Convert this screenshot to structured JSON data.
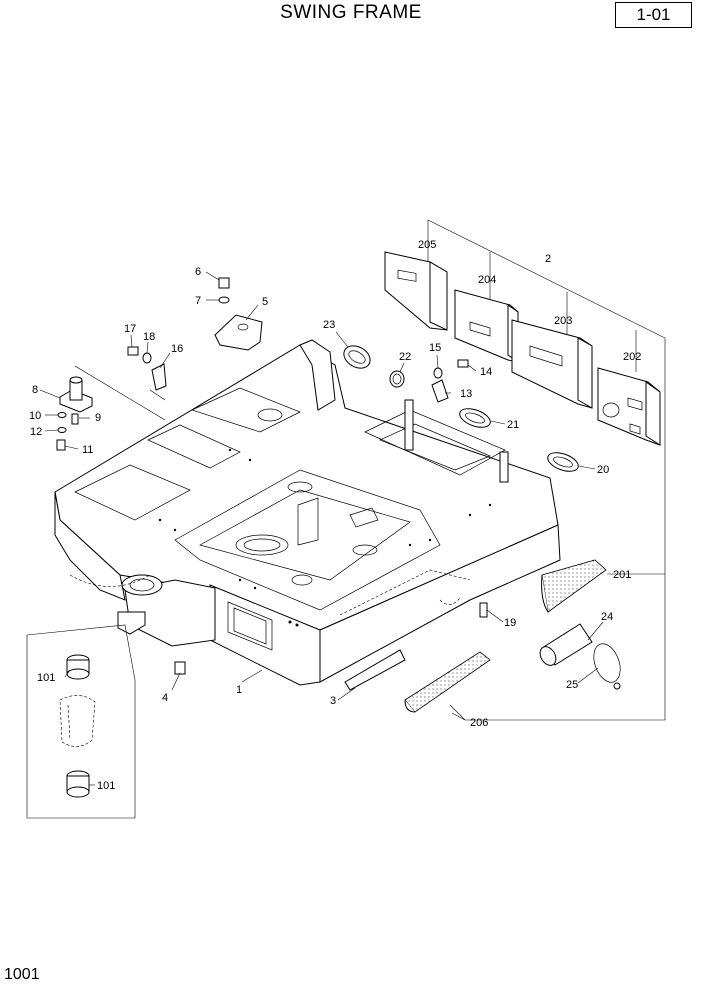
{
  "header": {
    "title": "SWING FRAME",
    "page_ref": "1-01"
  },
  "footer": {
    "page_number": "1001"
  },
  "callouts": [
    {
      "id": "c-1",
      "text": "1"
    },
    {
      "id": "c-2",
      "text": "2"
    },
    {
      "id": "c-3",
      "text": "3"
    },
    {
      "id": "c-4",
      "text": "4"
    },
    {
      "id": "c-5",
      "text": "5"
    },
    {
      "id": "c-6",
      "text": "6"
    },
    {
      "id": "c-7",
      "text": "7"
    },
    {
      "id": "c-8",
      "text": "8"
    },
    {
      "id": "c-9",
      "text": "9"
    },
    {
      "id": "c-10",
      "text": "10"
    },
    {
      "id": "c-11",
      "text": "11"
    },
    {
      "id": "c-12",
      "text": "12"
    },
    {
      "id": "c-13",
      "text": "13"
    },
    {
      "id": "c-14",
      "text": "14"
    },
    {
      "id": "c-15",
      "text": "15"
    },
    {
      "id": "c-16",
      "text": "16"
    },
    {
      "id": "c-17",
      "text": "17"
    },
    {
      "id": "c-18",
      "text": "18"
    },
    {
      "id": "c-19",
      "text": "19"
    },
    {
      "id": "c-20",
      "text": "20"
    },
    {
      "id": "c-21",
      "text": "21"
    },
    {
      "id": "c-22",
      "text": "22"
    },
    {
      "id": "c-23",
      "text": "23"
    },
    {
      "id": "c-24",
      "text": "24"
    },
    {
      "id": "c-25",
      "text": "25"
    },
    {
      "id": "c-101a",
      "text": "101"
    },
    {
      "id": "c-101b",
      "text": "101"
    },
    {
      "id": "c-201",
      "text": "201"
    },
    {
      "id": "c-202",
      "text": "202"
    },
    {
      "id": "c-203",
      "text": "203"
    },
    {
      "id": "c-204",
      "text": "204"
    },
    {
      "id": "c-205",
      "text": "205"
    },
    {
      "id": "c-206",
      "text": "206"
    }
  ]
}
